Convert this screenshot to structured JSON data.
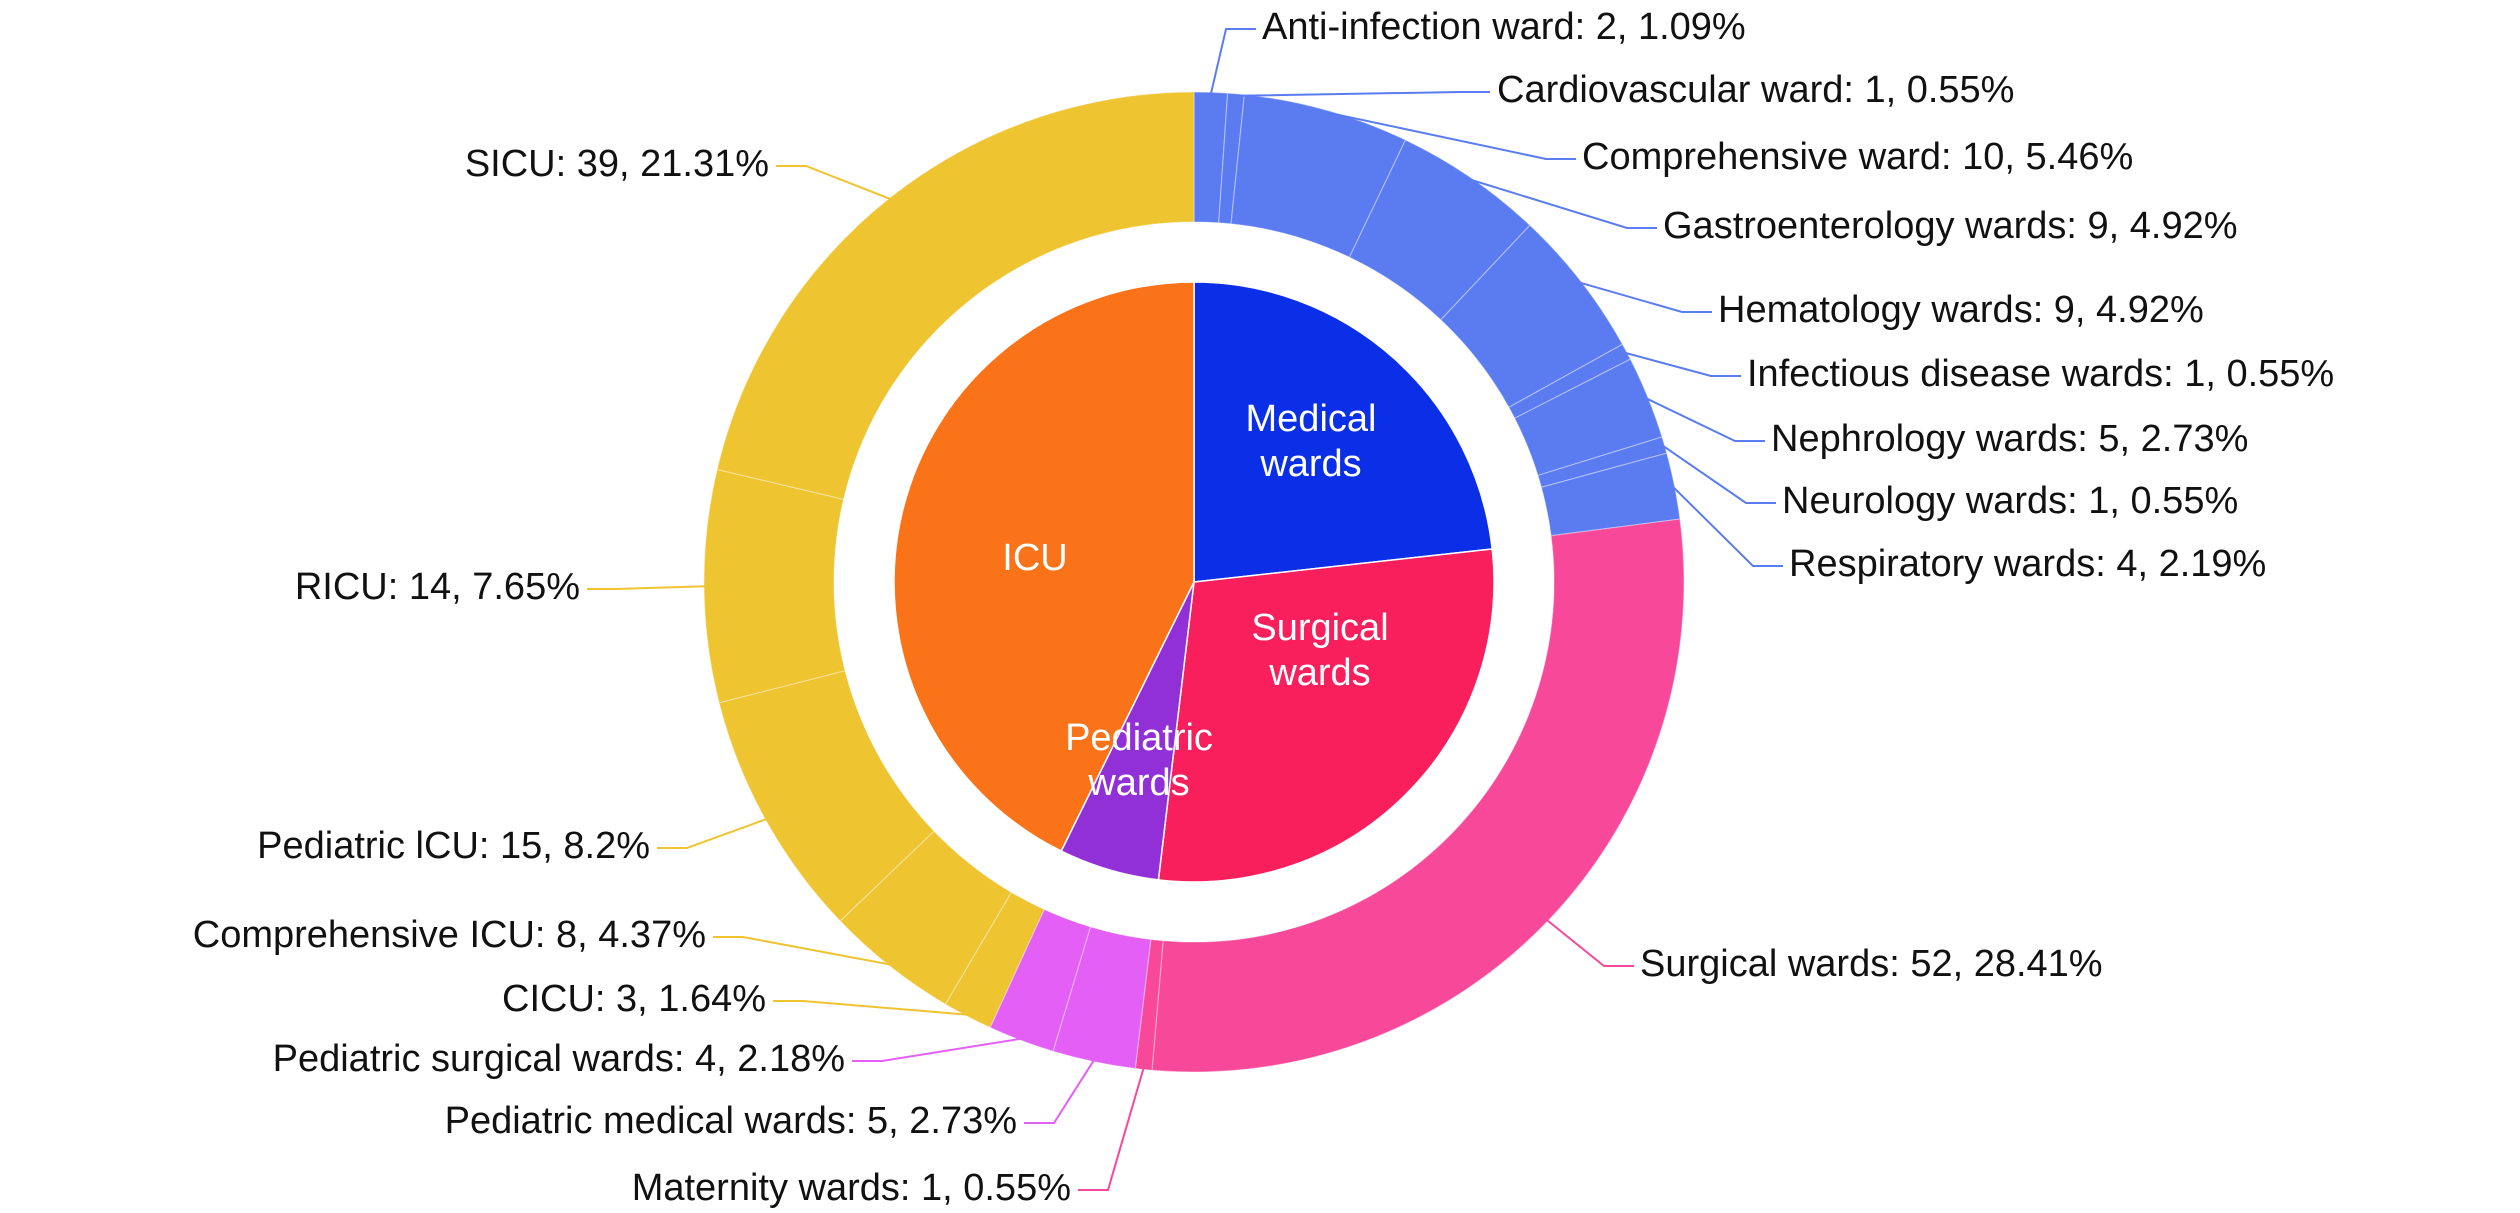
{
  "chart_data": {
    "type": "pie",
    "subtype": "nested-donut",
    "inner": {
      "categories": [
        "Medical wards",
        "Surgical wards",
        "Pediatric wards",
        "ICU"
      ],
      "values": [
        43,
        53,
        10,
        79
      ],
      "colors": [
        "#0a2fe6",
        "#f81f5c",
        "#9230d8",
        "#fb7318"
      ],
      "display_labels": [
        [
          "Medical",
          "wards"
        ],
        [
          "Surgical",
          "wards"
        ],
        [
          "Pediatric",
          "wards"
        ],
        [
          "ICU"
        ]
      ]
    },
    "outer": {
      "slices": [
        {
          "label": "Anti-infection ward: 2, 1.09%",
          "value": 2,
          "group": 0,
          "color": "#5a7cf0",
          "side": "right"
        },
        {
          "label": "Cardiovascular ward: 1, 0.55%",
          "value": 1,
          "group": 0,
          "color": "#5a7cf0",
          "side": "right"
        },
        {
          "label": "Comprehensive ward: 10, 5.46%",
          "value": 10,
          "group": 0,
          "color": "#5a7cf0",
          "side": "right"
        },
        {
          "label": "Gastroenterology wards: 9, 4.92%",
          "value": 9,
          "group": 0,
          "color": "#5a7cf0",
          "side": "right"
        },
        {
          "label": "Hematology wards: 9, 4.92%",
          "value": 9,
          "group": 0,
          "color": "#5a7cf0",
          "side": "right"
        },
        {
          "label": "Infectious disease wards: 1, 0.55%",
          "value": 1,
          "group": 0,
          "color": "#5a7cf0",
          "side": "right"
        },
        {
          "label": "Nephrology wards: 5, 2.73%",
          "value": 5,
          "group": 0,
          "color": "#5a7cf0",
          "side": "right"
        },
        {
          "label": "Neurology wards: 1, 0.55%",
          "value": 1,
          "group": 0,
          "color": "#5a7cf0",
          "side": "right"
        },
        {
          "label": "Respiratory wards: 4, 2.19%",
          "value": 4,
          "group": 0,
          "color": "#5a7cf0",
          "side": "right"
        },
        {
          "label": "Surgical wards: 52, 28.41%",
          "value": 52,
          "group": 1,
          "color": "#f7489a",
          "side": "right"
        },
        {
          "label": "Maternity wards: 1, 0.55%",
          "value": 1,
          "group": 1,
          "color": "#f7489a",
          "side": "left"
        },
        {
          "label": "Pediatric medical wards: 5, 2.73%",
          "value": 5,
          "group": 2,
          "color": "#e45ff5",
          "side": "left"
        },
        {
          "label": "Pediatric surgical wards: 4, 2.18%",
          "value": 4,
          "group": 2,
          "color": "#e45ff5",
          "side": "left"
        },
        {
          "label": "CICU: 3, 1.64%",
          "value": 3,
          "group": 3,
          "color": "#eec431",
          "side": "left"
        },
        {
          "label": "Comprehensive ICU: 8, 4.37%",
          "value": 8,
          "group": 3,
          "color": "#eec431",
          "side": "left"
        },
        {
          "label": "Pediatric lCU: 15, 8.2%",
          "value": 15,
          "group": 3,
          "color": "#eec431",
          "side": "left"
        },
        {
          "label": "RICU: 14, 7.65%",
          "value": 14,
          "group": 3,
          "color": "#eec431",
          "side": "left"
        },
        {
          "label": "SICU: 39, 21.31%",
          "value": 39,
          "group": 3,
          "color": "#eec431",
          "side": "left"
        }
      ]
    },
    "leader_colors": [
      "#5a7cf0",
      "#f7489a",
      "#e45ff5",
      "#eec431"
    ]
  }
}
